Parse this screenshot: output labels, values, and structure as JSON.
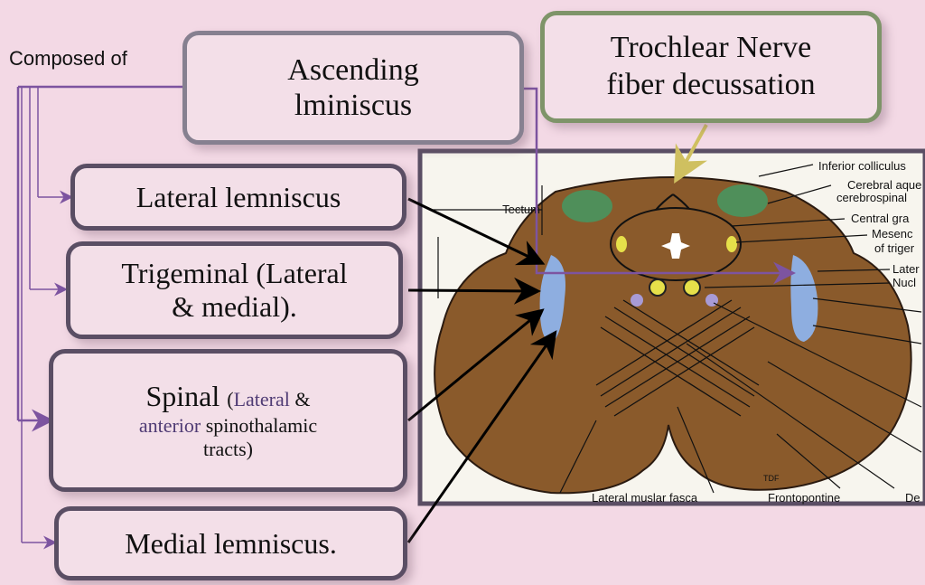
{
  "composed_of": "Composed of",
  "ascending": {
    "line1": "Ascending",
    "line2": "lminiscus"
  },
  "trochlear": {
    "line1": "Trochlear Nerve",
    "line2": "fiber decussation"
  },
  "items": {
    "lateral": "Lateral lemniscus",
    "trigeminal_line1": "Trigeminal (Lateral",
    "trigeminal_line2": "& medial).",
    "spinal_main": "Spinal",
    "spinal_paren_open": "(",
    "spinal_lateral": "Lateral",
    "spinal_amp": " &",
    "spinal_anterior": "anterior",
    "spinal_rest": " spinothalamic",
    "spinal_tracts": "tracts)",
    "medial": "Medial lemniscus."
  },
  "figure_labels": {
    "tectum": "Tectum",
    "inferior_colliculus": "Inferior colliculus",
    "cerebral_aqueduct": "Cerebral aque",
    "cerebrospinal": "cerebrospinal",
    "central_gray": "Central gra",
    "mesenc": "Mesenc",
    "of_triger": "of triger",
    "later": "Later",
    "nucle": "Nucl",
    "tdf": "TDF",
    "bottom_left": "Lateral muslar fasca",
    "bottom_mid": "Frontopontine",
    "bottom_right": "De"
  },
  "colors": {
    "background": "#f3d9e5",
    "box_border": "#5a4e64",
    "purple_line": "#7d54a0",
    "trochlear_border": "#7e9469",
    "midbrain": "#8a5a2b",
    "colliculus_green": "#4f8f5a",
    "lemniscus_blue": "#8eaee0"
  }
}
